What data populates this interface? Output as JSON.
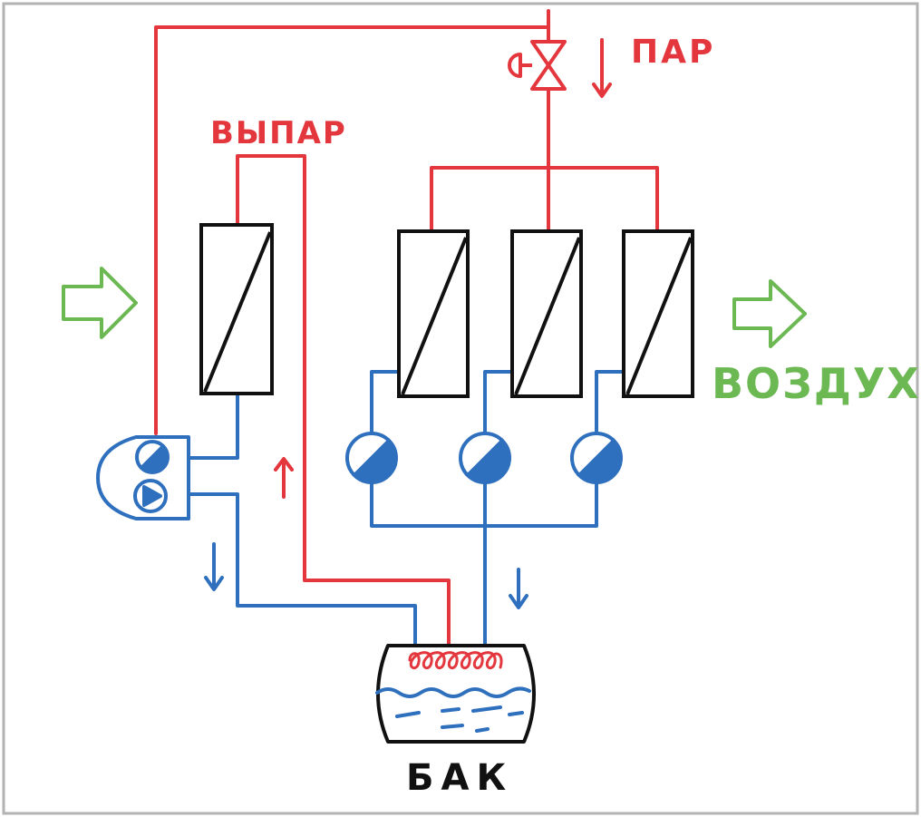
{
  "colors": {
    "steam": "#e4363d",
    "water": "#2e6fbe",
    "air": "#6cb853",
    "outline": "#111111",
    "border": "#b3b3b3"
  },
  "labels": {
    "steam": "ПАР",
    "exhaust_steam": "ВЫПАР",
    "air": "ВОЗДУХ",
    "tank": "БАК"
  },
  "components": {
    "heat_exchanger_count": 4,
    "pump_count": 4,
    "valve_icon": "steam-valve-icon",
    "tank_icon": "tank-with-heater-icon"
  }
}
